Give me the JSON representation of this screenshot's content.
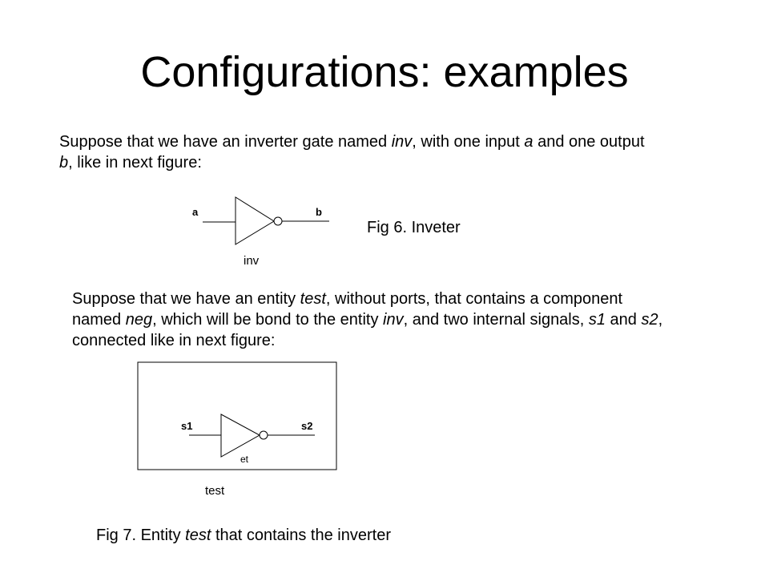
{
  "slide": {
    "title": "Configurations: examples"
  },
  "paragraph1": {
    "t1": "Suppose that we have an inverter gate named ",
    "inv": "inv",
    "t2": ", with one input ",
    "a": "a",
    "t3": " and one output ",
    "b": "b",
    "t4": ", like in next figure:"
  },
  "figure6": {
    "input_label": "a",
    "output_label": "b",
    "gate_name": "inv",
    "caption": "Fig 6. Inveter"
  },
  "paragraph2": {
    "t1": "Suppose that we have an entity ",
    "test": "test",
    "t2": ", without ports, that contains a component named ",
    "neg": "neg",
    "t3": ", which will be bond to the entity ",
    "inv": "inv",
    "t4": ", and two internal signals, ",
    "s1": "s1",
    "t5": " and ",
    "s2": "s2",
    "t6": ", connected like in next figure:"
  },
  "figure7": {
    "signal_in": "s1",
    "signal_out": "s2",
    "gate_name": "et",
    "entity_name": "test",
    "caption_pre": "Fig 7. Entity ",
    "caption_test": "test",
    "caption_post": " that contains the inverter"
  }
}
